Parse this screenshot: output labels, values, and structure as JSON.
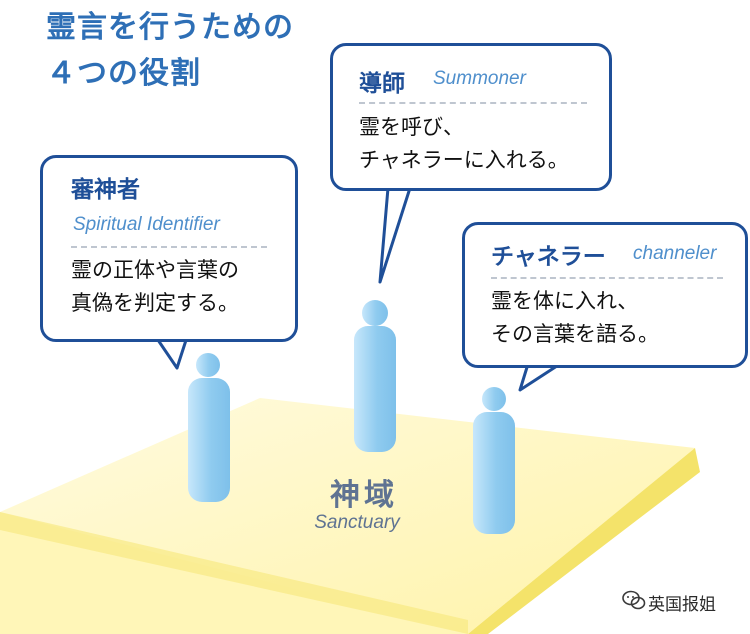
{
  "title": {
    "line1": "霊言を行うための",
    "line2": "４つの役割"
  },
  "roles": [
    {
      "jp": "審神者",
      "en": "Spiritual Identifier",
      "desc_line1": "霊の正体や言葉の",
      "desc_line2": "真偽を判定する。"
    },
    {
      "jp": "導師",
      "en": "Summoner",
      "desc_line1": "霊を呼び、",
      "desc_line2": "チャネラーに入れる。"
    },
    {
      "jp": "チャネラー",
      "en": "channeler",
      "desc_line1": "霊を体に入れ、",
      "desc_line2": "その言葉を語る。"
    }
  ],
  "platform": {
    "jp": "神域",
    "en": "Sanctuary"
  },
  "watermark": {
    "text": "英国报姐",
    "icon": "wechat-icon"
  },
  "colors": {
    "title": "#2e6fb6",
    "bubble_border": "#1f4f98",
    "role_en": "#4f8fcc",
    "figure": "#9fd0f0",
    "platform_top": "#fff7c2",
    "platform_side": "#f7ea7a",
    "platform_label": "#5f7392"
  }
}
